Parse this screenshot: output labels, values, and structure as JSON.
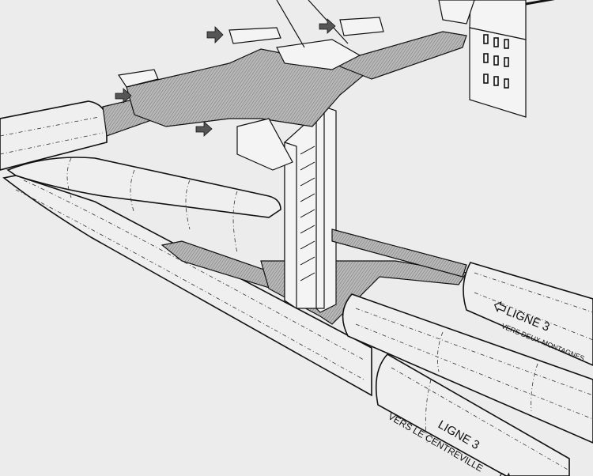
{
  "title": "Station cutaway - Ligne 3",
  "signs": {
    "upper_line": "LIGNE 3",
    "upper_direction": "VERS DEUX-MONTAGNES",
    "lower_line": "LIGNE 3",
    "lower_direction": "VERS LE CENTREVILLE"
  },
  "icons": [
    "entrance-arrow-icon",
    "direction-arrow-icon"
  ]
}
